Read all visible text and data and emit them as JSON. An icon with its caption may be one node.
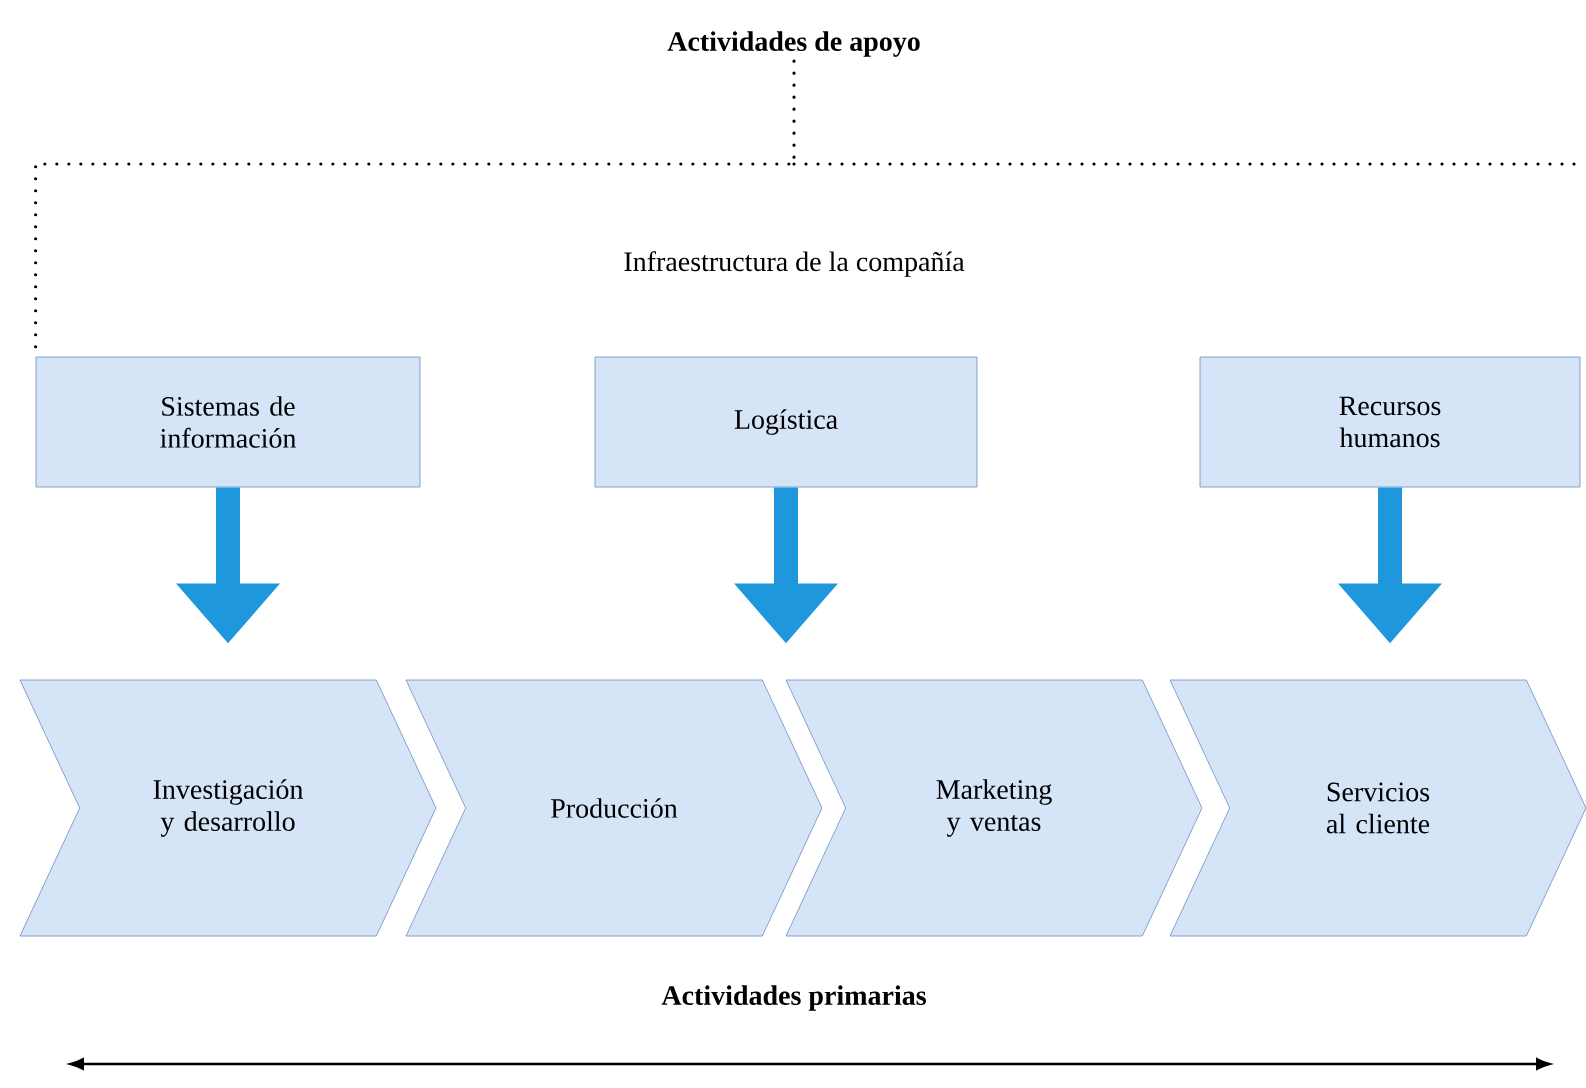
{
  "diagram": {
    "nodes": [
      {
        "text": [
          "Actividades de apoyo"
        ]
      },
      {
        "text": [
          "Sistemas de información"
        ]
      },
      {
        "text": [
          "Logística"
        ]
      },
      {
        "text": [
          "Recursos humanos"
        ]
      },
      {
        "text": [
          "Investigación y desarrollo"
        ]
      },
      {
        "text": [
          "Producción"
        ]
      },
      {
        "text": [
          "Marketing y ventas"
        ]
      },
      {
        "text": [
          "Servicios al cliente"
        ]
      }
    ],
    "edges": [
      {
        "from": 0,
        "to": 1,
        "arrow": "none",
        "style": "dashed",
        "color": "#000000"
      },
      {
        "from": 1,
        "to": 4,
        "arrow": "to"
      },
      {
        "from": 2,
        "to": 5,
        "arrow": "to"
      },
      {
        "from": 3,
        "to": 7,
        "arrow": "to"
      }
    ],
    "labels": [
      "Infraestructura de la compañía",
      "Actividades primarias"
    ]
  }
}
